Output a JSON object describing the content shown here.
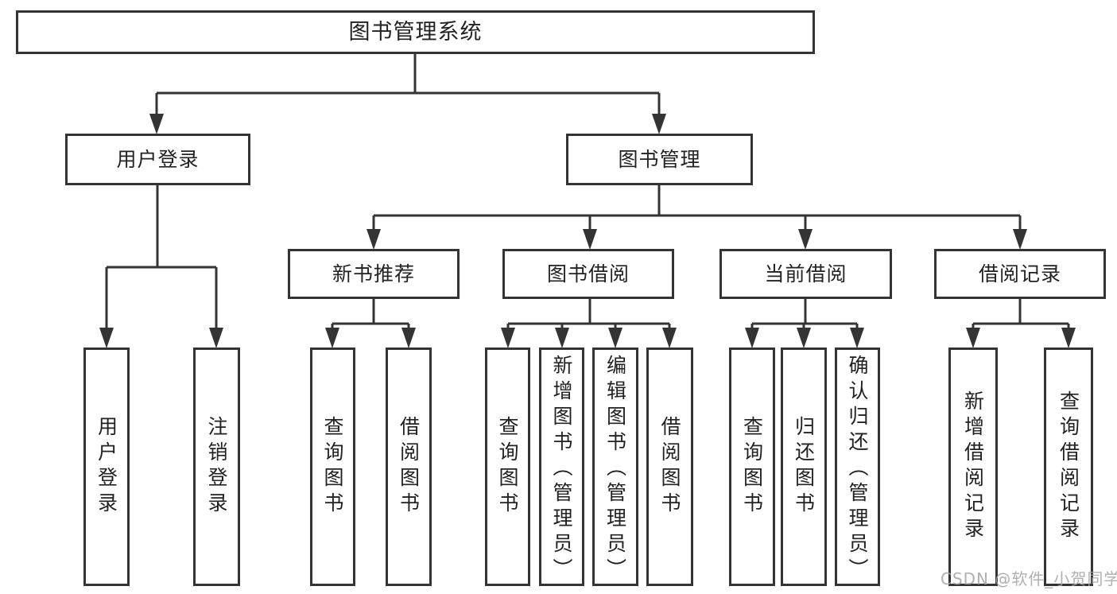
{
  "diagram": {
    "root": {
      "label": "图书管理系统"
    },
    "branches": [
      {
        "label": "用户登录",
        "children": [
          {
            "label": "用户登录"
          },
          {
            "label": "注销登录"
          }
        ]
      },
      {
        "label": "图书管理",
        "children": [
          {
            "label": "新书推荐",
            "children": [
              {
                "label": "查询图书"
              },
              {
                "label": "借阅图书"
              }
            ]
          },
          {
            "label": "图书借阅",
            "children": [
              {
                "label": "查询图书"
              },
              {
                "label": "新增图书（管理员）"
              },
              {
                "label": "编辑图书（管理员）"
              },
              {
                "label": "借阅图书"
              }
            ]
          },
          {
            "label": "当前借阅",
            "children": [
              {
                "label": "查询图书"
              },
              {
                "label": "归还图书"
              },
              {
                "label": "确认归还（管理员）"
              }
            ]
          },
          {
            "label": "借阅记录",
            "children": [
              {
                "label": "新增借阅记录"
              },
              {
                "label": "查询借阅记录"
              }
            ]
          }
        ]
      }
    ]
  },
  "watermark": {
    "text": "CSDN @软件_小贺同学",
    "color": "#a5a5a5"
  },
  "colors": {
    "line": "#343434",
    "text": "#222222",
    "background": "#ffffff"
  }
}
